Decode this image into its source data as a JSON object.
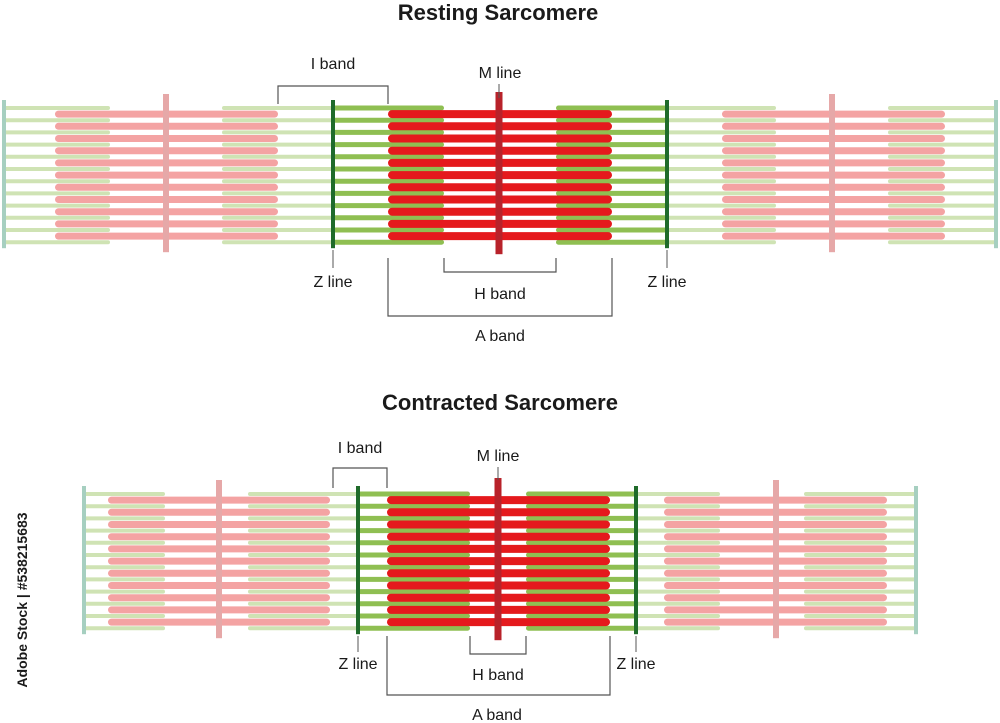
{
  "resting": {
    "title": "Resting Sarcomere",
    "labels": {
      "i_band": "I band",
      "m_line": "M line",
      "z_line_left": "Z line",
      "z_line_right": "Z line",
      "h_band": "H band",
      "a_band": "A band"
    }
  },
  "contracted": {
    "title": "Contracted Sarcomere",
    "labels": {
      "i_band": "I band",
      "m_line": "M line",
      "z_line_left": "Z line",
      "z_line_right": "Z line",
      "h_band": "H band",
      "a_band": "A band"
    }
  },
  "watermark": {
    "side_text": "Adobe Stock | #538215683"
  },
  "colors": {
    "thick_filament": "#e5191d",
    "thick_filament_faded": "#f4a3a3",
    "thin_filament": "#8fbf52",
    "thin_filament_faded": "#cfe3b4",
    "z_line": "#1f6b2a",
    "z_line_faded": "#a6cfc0",
    "m_line": "#b8222a",
    "m_line_faded": "#e6a8a8",
    "bracket": "#555555"
  }
}
